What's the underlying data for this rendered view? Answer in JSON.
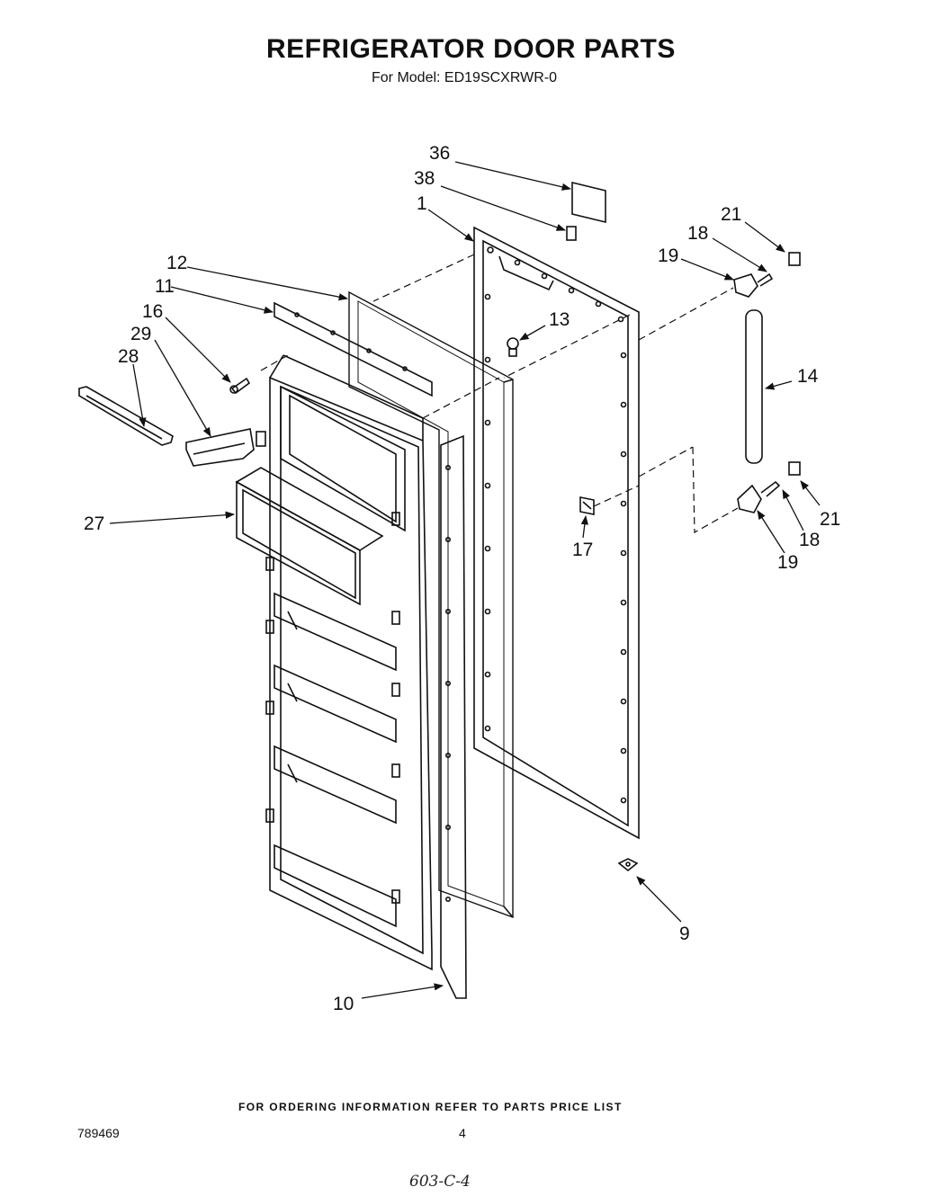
{
  "header": {
    "title": "REFRIGERATOR DOOR PARTS",
    "subtitle": "For Model: ED19SCXRWR-0"
  },
  "callouts": {
    "c36": "36",
    "c38": "38",
    "c1": "1",
    "c21a": "21",
    "c18a": "18",
    "c19a": "19",
    "c12": "12",
    "c11": "11",
    "c16": "16",
    "c13": "13",
    "c29": "29",
    "c28": "28",
    "c14": "14",
    "c27": "27",
    "c17": "17",
    "c21b": "21",
    "c18b": "18",
    "c19b": "19",
    "c9": "9",
    "c10": "10"
  },
  "footer": {
    "ordering_note": "FOR ORDERING INFORMATION REFER TO PARTS PRICE LIST",
    "doc_number": "789469",
    "page_number": "4",
    "handwritten": "603-C-4"
  }
}
